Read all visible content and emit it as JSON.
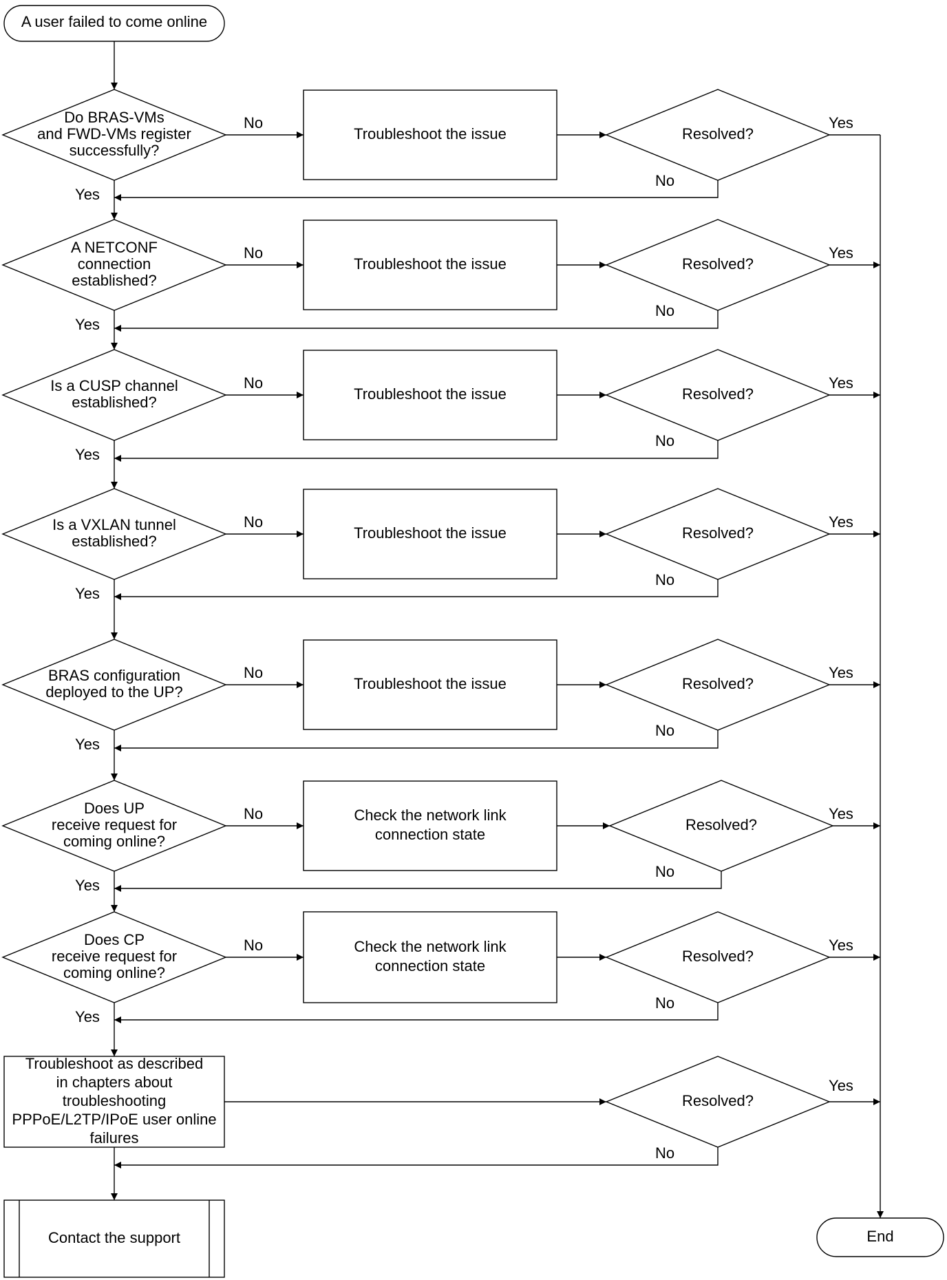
{
  "start": {
    "label": "A user failed to come online"
  },
  "end": {
    "label": "End"
  },
  "contact": {
    "label": "Contact the support"
  },
  "labels": {
    "yes": "Yes",
    "no": "No"
  },
  "steps": [
    {
      "question": [
        "Do BRAS-VMs",
        "and FWD-VMs register",
        "successfully?"
      ],
      "action": [
        "Troubleshoot the issue"
      ],
      "check": "Resolved?"
    },
    {
      "question": [
        "A NETCONF",
        "connection",
        "established?"
      ],
      "action": [
        "Troubleshoot the issue"
      ],
      "check": "Resolved?"
    },
    {
      "question": [
        "Is a CUSP channel",
        "established?"
      ],
      "action": [
        "Troubleshoot the issue"
      ],
      "check": "Resolved?"
    },
    {
      "question": [
        "Is a VXLAN tunnel",
        "established?"
      ],
      "action": [
        "Troubleshoot the issue"
      ],
      "check": "Resolved?"
    },
    {
      "question": [
        "BRAS configuration",
        "deployed to the UP?"
      ],
      "action": [
        "Troubleshoot the issue"
      ],
      "check": "Resolved?"
    },
    {
      "question": [
        "Does  UP",
        "receive request for",
        "coming online?"
      ],
      "action": [
        "Check the network link",
        "connection state"
      ],
      "check": "Resolved?"
    },
    {
      "question": [
        "Does CP",
        "receive request for",
        "coming online?"
      ],
      "action": [
        "Check the network link",
        "connection state"
      ],
      "check": "Resolved?"
    }
  ],
  "final_step": {
    "action": [
      "Troubleshoot as described",
      "in chapters about",
      "troubleshooting",
      "PPPoE/L2TP/IPoE user online",
      "failures"
    ],
    "check": "Resolved?"
  }
}
